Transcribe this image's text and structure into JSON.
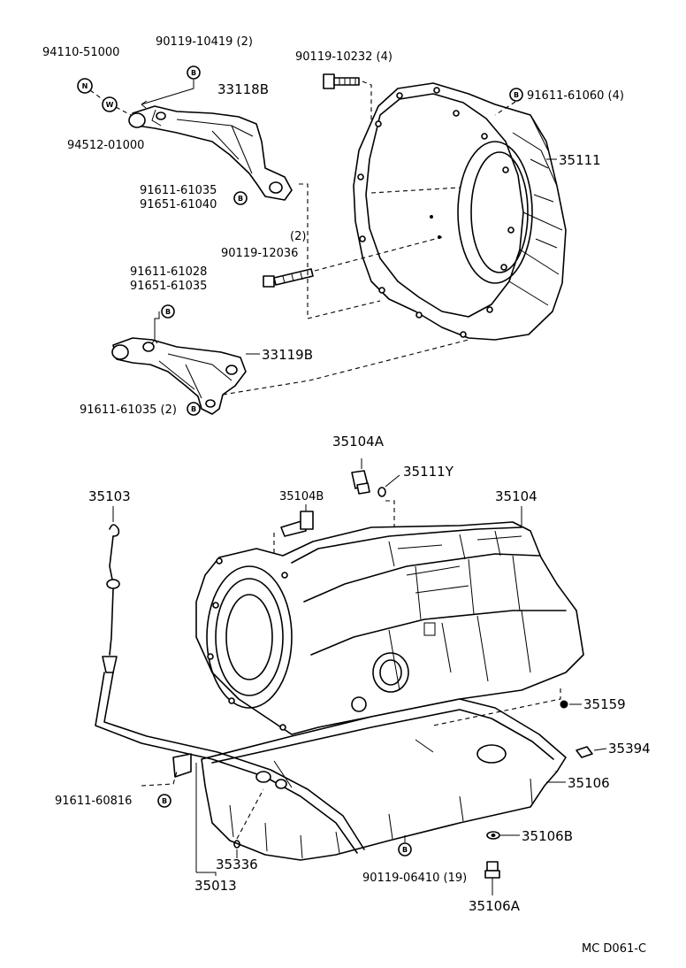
{
  "labels": {
    "p94110": "94110-51000",
    "p94512": "94512-01000",
    "p90119_10419": "90119-10419 (2)",
    "p33118B": "33118B",
    "p90119_10232": "90119-10232 (4)",
    "p91611_61060": "91611-61060 (4)",
    "p35111": "35111",
    "p91611_61035a": "91611-61035",
    "p91651_61040": "91651-61040",
    "p2": "(2)",
    "p90119_12036": "90119-12036",
    "p91611_61028": "91611-61028",
    "p91651_61035": "91651-61035",
    "p33119B": "33119B",
    "p91611_61035b": "91611-61035 (2)",
    "p35104A": "35104A",
    "p35111Y": "35111Y",
    "p35103": "35103",
    "p35104B": "35104B",
    "p35104": "35104",
    "p35159": "35159",
    "p35394": "35394",
    "p35106": "35106",
    "p91611_60816": "91611-60816",
    "p35106B": "35106B",
    "p35336": "35336",
    "p90119_06410": "90119-06410 (19)",
    "p35013": "35013",
    "p35106A": "35106A",
    "code": "MC  D061-C"
  },
  "markers": {
    "b": "B",
    "n": "N",
    "w": "W"
  }
}
